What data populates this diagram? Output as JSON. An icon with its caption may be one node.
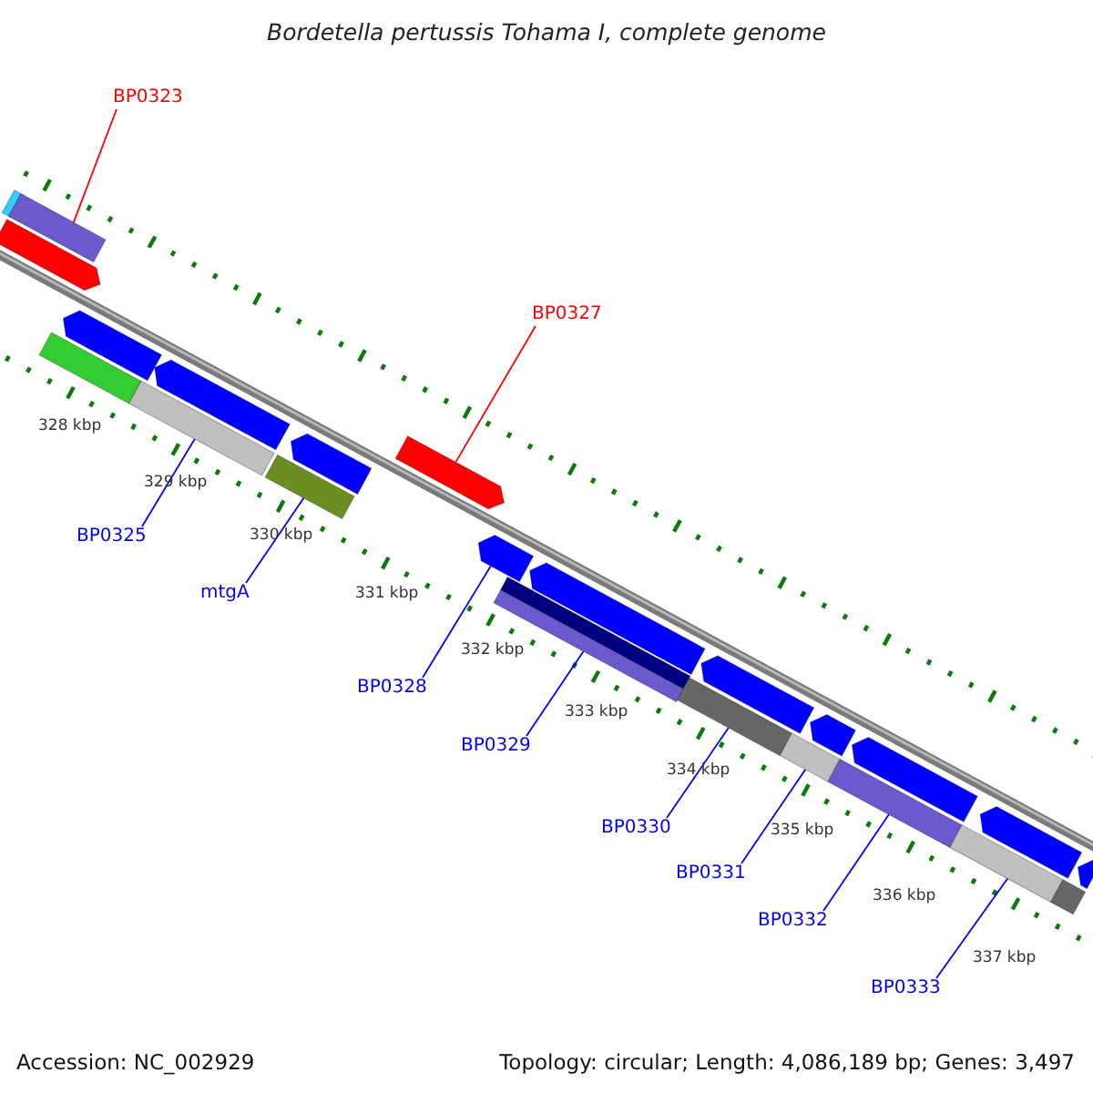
{
  "diagram": {
    "title": "Bordetella pertussis Tohama I, complete genome",
    "nodes": [
      {
        "text": [
          "BP0323"
        ]
      },
      {
        "text": [
          "BP0327"
        ]
      },
      {
        "text": [
          "BP0325"
        ]
      },
      {
        "text": [
          "mtgA"
        ]
      },
      {
        "text": [
          "BP0328"
        ]
      },
      {
        "text": [
          "BP0329"
        ]
      },
      {
        "text": [
          "BP0330"
        ]
      },
      {
        "text": [
          "BP0331"
        ]
      },
      {
        "text": [
          "BP0332"
        ]
      },
      {
        "text": [
          "BP0333"
        ]
      },
      {
        "text": [],
        "shape": "bar"
      },
      {
        "text": [],
        "shape": "bar"
      },
      {
        "text": [],
        "shape": "bar"
      },
      {
        "text": [],
        "shape": "bar"
      },
      {
        "text": [],
        "shape": "bar"
      },
      {
        "text": [],
        "shape": "bar"
      },
      {
        "text": [],
        "shape": "bar"
      },
      {
        "text": [],
        "shape": "bar"
      },
      {
        "text": [],
        "shape": "bar"
      },
      {
        "text": [],
        "shape": "bar"
      },
      {
        "text": [],
        "shape": "bar"
      },
      {
        "text": [],
        "shape": "bar"
      },
      {
        "text": [],
        "shape": "bar"
      },
      {
        "text": [],
        "shape": "bar"
      },
      {
        "text": [],
        "shape": "bar"
      },
      {
        "text": [],
        "shape": "bar"
      },
      {
        "text": [],
        "shape": "bar"
      },
      {
        "text": [],
        "shape": "bar"
      },
      {
        "text": [],
        "shape": "bar"
      },
      {
        "text": [],
        "shape": "bar"
      },
      {
        "text": [],
        "shape": "bar"
      },
      {
        "text": [],
        "shape": "bar"
      },
      {
        "text": [],
        "shape": "bar"
      },
      {
        "text": [],
        "shape": "bar"
      }
    ],
    "edges": [
      {
        "from": 0,
        "to": 11,
        "arrow": "none",
        "color": "#ff0000"
      },
      {
        "from": 1,
        "to": 13,
        "arrow": "none",
        "color": "#ff0000"
      },
      {
        "from": 2,
        "to": 25,
        "arrow": "none"
      },
      {
        "from": 3,
        "to": 26,
        "arrow": "none"
      },
      {
        "from": 4,
        "to": 17,
        "arrow": "none"
      },
      {
        "from": 5,
        "to": 28,
        "arrow": "none"
      },
      {
        "from": 6,
        "to": 29,
        "arrow": "none"
      },
      {
        "from": 7,
        "to": 30,
        "arrow": "none"
      },
      {
        "from": 8,
        "to": 31,
        "arrow": "none"
      },
      {
        "from": 9,
        "to": 32,
        "arrow": "none"
      }
    ],
    "labels": [
      "328 kbp",
      "329 kbp",
      "330 kbp",
      "331 kbp",
      "332 kbp",
      "333 kbp",
      "334 kbp",
      "335 kbp",
      "336 kbp",
      "337 kbp",
      "Accession: NC_002929",
      "Topology: circular; Length: 4,086,189 bp; Genes: 3,497"
    ]
  }
}
